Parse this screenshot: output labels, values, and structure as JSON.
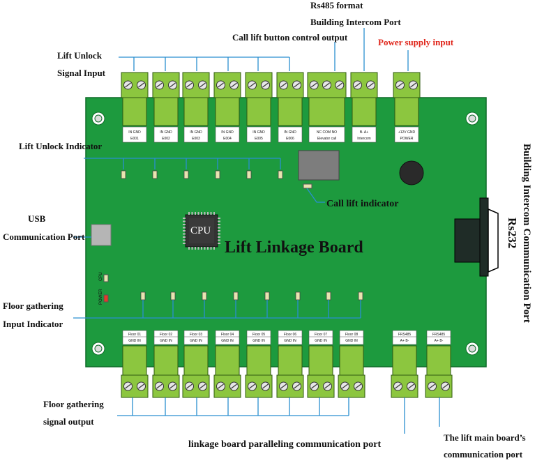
{
  "labels": {
    "rs485_format": "Rs485 format",
    "building_intercom_port": "Building Intercom Port",
    "call_lift_output": "Call lift button control output",
    "power_supply": "Power supply input",
    "lift_unlock_line1": "Lift Unlock",
    "lift_unlock_line2": "Signal Input",
    "lift_unlock_indicator": "Lift Unlock Indicator",
    "call_lift_indicator": "Call lift indicator",
    "usb_line1": "USB",
    "usb_line2": "Communication Port",
    "board_title": "Lift Linkage Board",
    "cpu": "CPU",
    "floor_gather_in_line1": "Floor gathering",
    "floor_gather_in_line2": "Input Indicator",
    "floor_gather_out_line1": "Floor gathering",
    "floor_gather_out_line2": "signal output",
    "paralleling_port": "linkage board  paralleling communication port",
    "main_board_line1": "The lift main board’s",
    "main_board_line2": "communication port",
    "bic_port": "Building Intercom Communication Port",
    "rs232": "Rs232"
  },
  "top_terminals": [
    {
      "name": "E001",
      "pins": [
        "IN",
        "GND"
      ]
    },
    {
      "name": "E002",
      "pins": [
        "IN",
        "GND"
      ]
    },
    {
      "name": "E003",
      "pins": [
        "IN",
        "GND"
      ]
    },
    {
      "name": "E004",
      "pins": [
        "IN",
        "GND"
      ]
    },
    {
      "name": "E005",
      "pins": [
        "IN",
        "GND"
      ]
    },
    {
      "name": "E006",
      "pins": [
        "IN",
        "GND"
      ]
    },
    {
      "name": "Elevator call",
      "pins": [
        "NC",
        "COM",
        "NO"
      ]
    },
    {
      "name": "Intercom",
      "pins": [
        "B-",
        "A+"
      ]
    },
    {
      "name": "POWER",
      "pins": [
        "+12V",
        "GND"
      ]
    }
  ],
  "bottom_terminals": [
    {
      "name": "Floor 01",
      "pins": [
        "GND",
        "IN"
      ]
    },
    {
      "name": "Floor 02",
      "pins": [
        "GND",
        "IN"
      ]
    },
    {
      "name": "Floor 03",
      "pins": [
        "GND",
        "IN"
      ]
    },
    {
      "name": "Floor 04",
      "pins": [
        "GND",
        "IN"
      ]
    },
    {
      "name": "Floor 05",
      "pins": [
        "GND",
        "IN"
      ]
    },
    {
      "name": "Floor 06",
      "pins": [
        "GND",
        "IN"
      ]
    },
    {
      "name": "Floor 07",
      "pins": [
        "GND",
        "IN"
      ]
    },
    {
      "name": "Floor 08",
      "pins": [
        "GND",
        "IN"
      ]
    },
    {
      "name": "FRS485",
      "pins": [
        "A+",
        "B-"
      ]
    },
    {
      "name": "FRS485",
      "pins": [
        "A+",
        "B-"
      ]
    }
  ],
  "led_labels": {
    "cpu": "CPU",
    "power": "POWER"
  },
  "colors": {
    "pcb": "#1d9a3e",
    "terminal": "#8cc63f",
    "leader_line": "#2a8fd0",
    "power_label": "#e0261b"
  }
}
